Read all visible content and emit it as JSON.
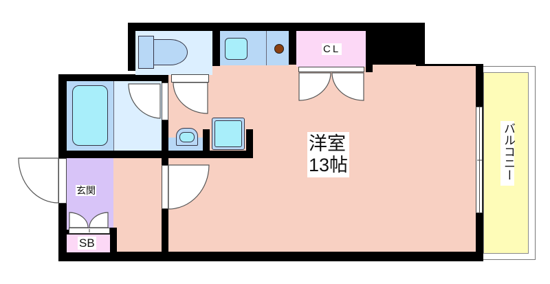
{
  "floorplan": {
    "rooms": {
      "western_room": {
        "name": "洋室",
        "size": "13帖"
      },
      "closet": {
        "label": "CL"
      },
      "entrance": {
        "label": "玄関"
      },
      "shoe_box": {
        "label": "SB"
      },
      "balcony": {
        "label": "バルコニー"
      },
      "toilet": {
        "label": ""
      },
      "bathroom": {
        "label": ""
      },
      "washroom": {
        "label": ""
      },
      "kitchen": {
        "label": ""
      }
    },
    "colors": {
      "wall": "#000000",
      "western_room": "#f8d0c2",
      "wet_area_light": "#dcefff",
      "wet_area_mid": "#b8d8f6",
      "fixture": "#a8eefa",
      "closet": "#fcd8f6",
      "entrance": "#d8c4f8",
      "shoe_box": "#fcd8f6",
      "balcony": "#fefcb8",
      "stove_burner": "#8a4010"
    }
  }
}
